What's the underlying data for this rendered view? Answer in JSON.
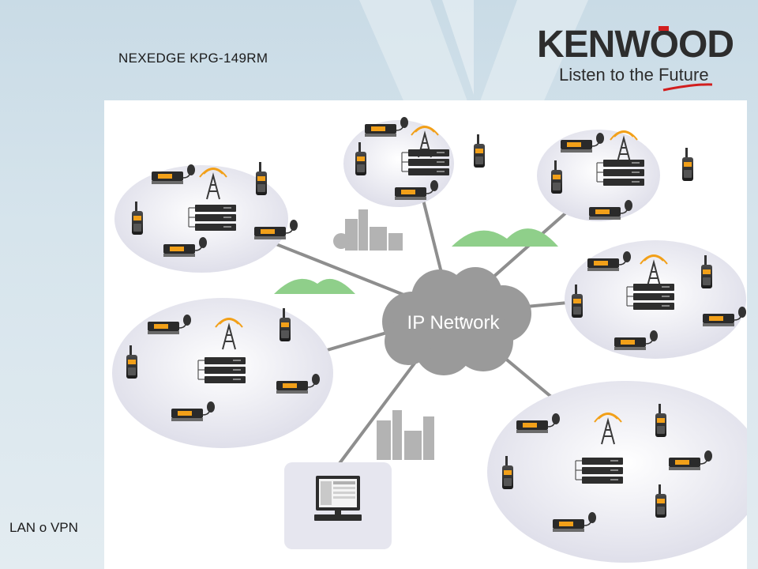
{
  "slide": {
    "title": "NEXEDGE KPG-149RM",
    "caption": "LAN o VPN"
  },
  "logo": {
    "brand_prefix": "KENW",
    "brand_suffix": "OOD",
    "tagline_prefix": "Listen to the ",
    "tagline_accent": "Future",
    "accent_color": "#d21e1e"
  },
  "diagram": {
    "center_label": "IP Network",
    "colors": {
      "cloud": "#9a9a9a",
      "links": "#8e8e8e",
      "site_fill": "#e6e6ef",
      "radio_orange": "#f2a019",
      "hills": "#8fcf8a",
      "buildings": "#b3b3b3"
    }
  }
}
